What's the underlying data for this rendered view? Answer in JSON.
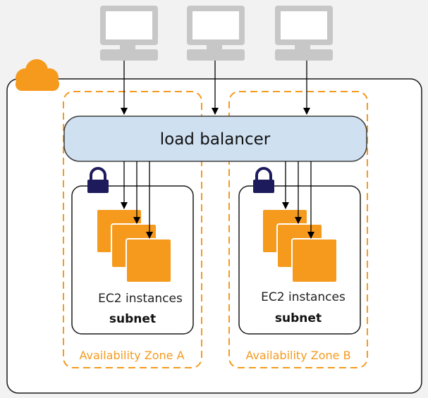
{
  "load_balancer": {
    "label": "load balancer"
  },
  "zones": [
    {
      "name": "Availability Zone A",
      "instances_label": "EC2 instances",
      "subnet_label": "subnet"
    },
    {
      "name": "Availability Zone B",
      "instances_label": "EC2 instances",
      "subnet_label": "subnet"
    }
  ],
  "colors": {
    "background": "#f2f2f2",
    "canvas": "#ffffff",
    "computer": "#c7c7c7",
    "load_balancer_fill": "#cfe0f1",
    "load_balancer_stroke": "#3d3d3d",
    "zone_orange": "#f59a1d",
    "instance_orange": "#f59a1d",
    "lock": "#1e1b5c",
    "arrow": "#000000",
    "zone_label": "#f59a1d"
  },
  "icons": [
    "computer-icon",
    "cloud-icon",
    "lock-icon",
    "ec2-instance-icon"
  ]
}
